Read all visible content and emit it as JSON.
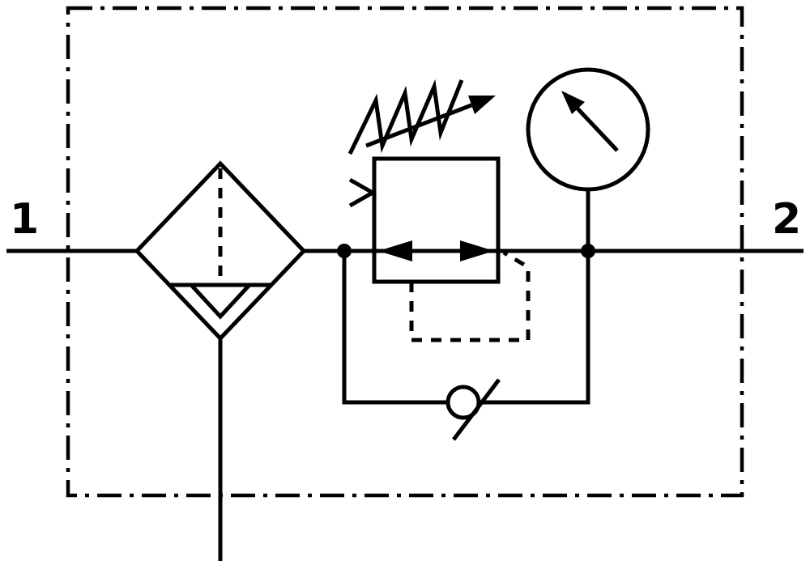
{
  "colors": {
    "ink": "#000000",
    "background": "#ffffff"
  },
  "ports": {
    "inlet": {
      "label": "1"
    },
    "outlet": {
      "label": "2"
    }
  },
  "symbols": {
    "boundary": "assembly-boundary-dash-dot-frame",
    "filter": "filter-with-water-separator-icon",
    "drain": "condensate-drain-line",
    "regulator": "pressure-regulator-with-relief-icon",
    "spring": "adjustable-spring-with-arrow-icon",
    "pilot": "pilot-pressure-dashed-line",
    "check_valve": "bypass-check-valve-icon",
    "gauge": "pressure-gauge-icon"
  }
}
